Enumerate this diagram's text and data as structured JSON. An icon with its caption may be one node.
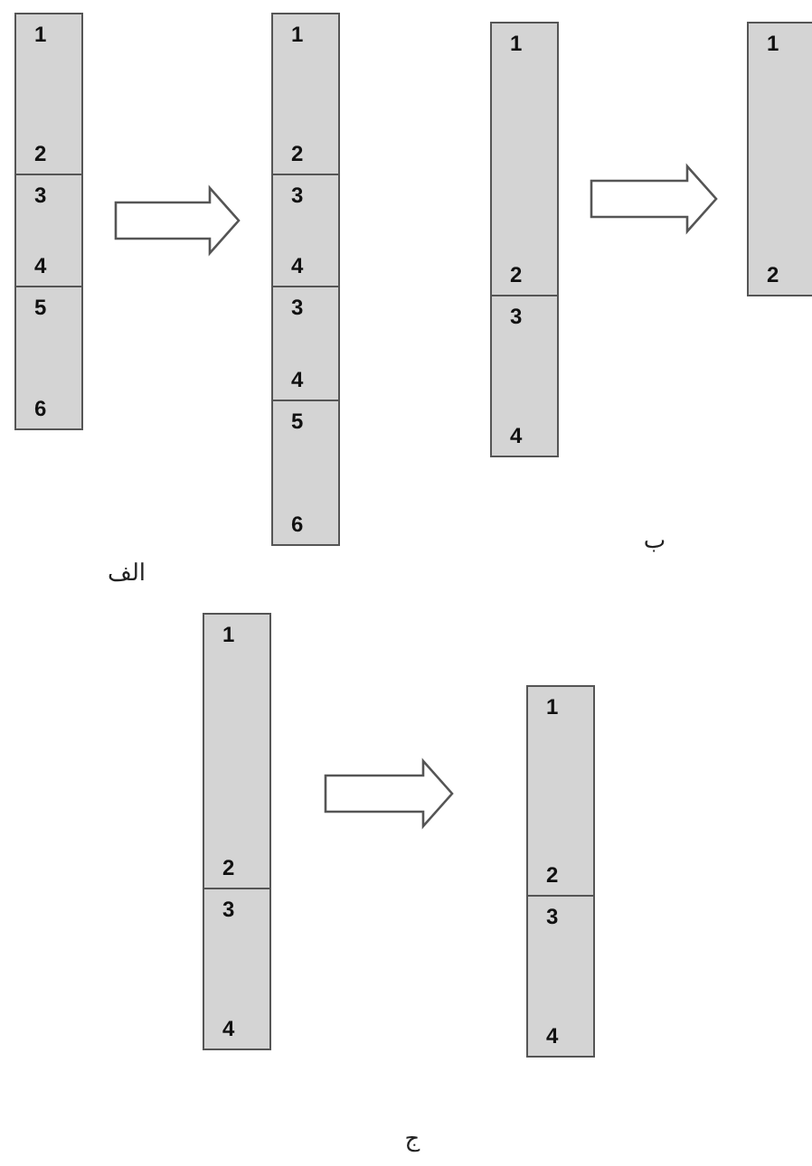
{
  "diagram": {
    "nodes": [
      {
        "text": [],
        "shape": "bar"
      },
      {
        "text": [
          "1",
          "2"
        ],
        "in": 0
      },
      {
        "text": [
          "3",
          "4"
        ],
        "in": 0
      },
      {
        "text": [
          "5",
          "6"
        ],
        "in": 0
      },
      {
        "text": [],
        "shape": "bar"
      },
      {
        "text": [
          "1",
          "2"
        ],
        "in": 4
      },
      {
        "text": [
          "3",
          "4"
        ],
        "in": 4
      },
      {
        "text": [
          "3",
          "4"
        ],
        "in": 4
      },
      {
        "text": [
          "5",
          "6"
        ],
        "in": 4
      },
      {
        "text": [],
        "shape": "bar"
      },
      {
        "text": [
          "1",
          "2"
        ],
        "in": 9
      },
      {
        "text": [
          "3",
          "4"
        ],
        "in": 9
      },
      {
        "text": [],
        "shape": "bar"
      },
      {
        "text": [
          "1",
          "2"
        ],
        "in": 12
      },
      {
        "text": [],
        "shape": "bar"
      },
      {
        "text": [
          "1",
          "2"
        ],
        "in": 14
      },
      {
        "text": [
          "3",
          "4"
        ],
        "in": 14
      },
      {
        "text": [],
        "shape": "bar"
      },
      {
        "text": [
          "1",
          "2"
        ],
        "in": 17
      },
      {
        "text": [
          "3",
          "4"
        ],
        "in": 17
      }
    ],
    "edges": [
      {
        "from": 0,
        "to": 4,
        "arrow": "to"
      },
      {
        "from": 9,
        "to": 12,
        "arrow": "to"
      },
      {
        "from": 14,
        "to": 17,
        "arrow": "to"
      }
    ],
    "labels": [
      "الف",
      "ب",
      "ج"
    ]
  }
}
